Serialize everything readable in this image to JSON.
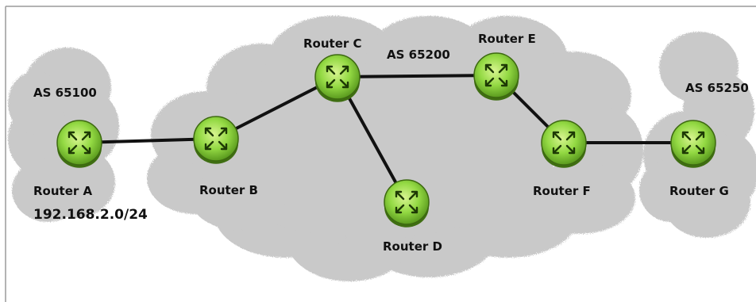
{
  "diagram": {
    "autonomous_systems": [
      {
        "id": "as-65100",
        "label": "AS 65100"
      },
      {
        "id": "as-65200",
        "label": "AS 65200"
      },
      {
        "id": "as-65250",
        "label": "AS 65250"
      }
    ],
    "routers": [
      {
        "id": "router-a",
        "label": "Router A"
      },
      {
        "id": "router-b",
        "label": "Router B"
      },
      {
        "id": "router-c",
        "label": "Router C"
      },
      {
        "id": "router-d",
        "label": "Router D"
      },
      {
        "id": "router-e",
        "label": "Router E"
      },
      {
        "id": "router-f",
        "label": "Router F"
      },
      {
        "id": "router-g",
        "label": "Router G"
      }
    ],
    "links": [
      {
        "from": "router-a",
        "to": "router-b"
      },
      {
        "from": "router-b",
        "to": "router-c"
      },
      {
        "from": "router-c",
        "to": "router-e"
      },
      {
        "from": "router-c",
        "to": "router-d"
      },
      {
        "from": "router-e",
        "to": "router-f"
      },
      {
        "from": "router-f",
        "to": "router-g"
      }
    ],
    "network_label": "192.168.2.0/24"
  },
  "colors": {
    "cloud": "#c9c9c9",
    "router_fill": "#8fd642",
    "router_highlight": "#c8f07a",
    "link": "#111111"
  }
}
